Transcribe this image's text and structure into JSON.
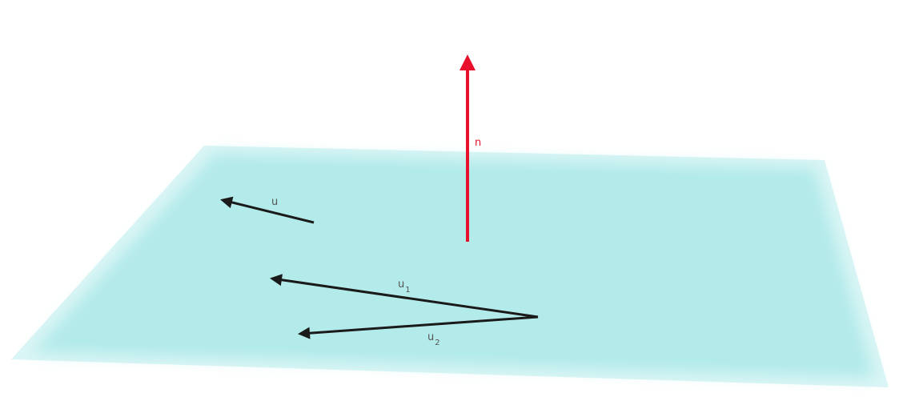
{
  "labels": {
    "n": "n",
    "u": "u",
    "u1_base": "u",
    "u1_sub": "1",
    "u2_base": "u",
    "u2_sub": "2"
  },
  "colors": {
    "plane": "#b3eaea",
    "plane_edge": "#d6f4f4",
    "normal_vector": "#e8102a",
    "vectors": "#1a1a1a"
  }
}
